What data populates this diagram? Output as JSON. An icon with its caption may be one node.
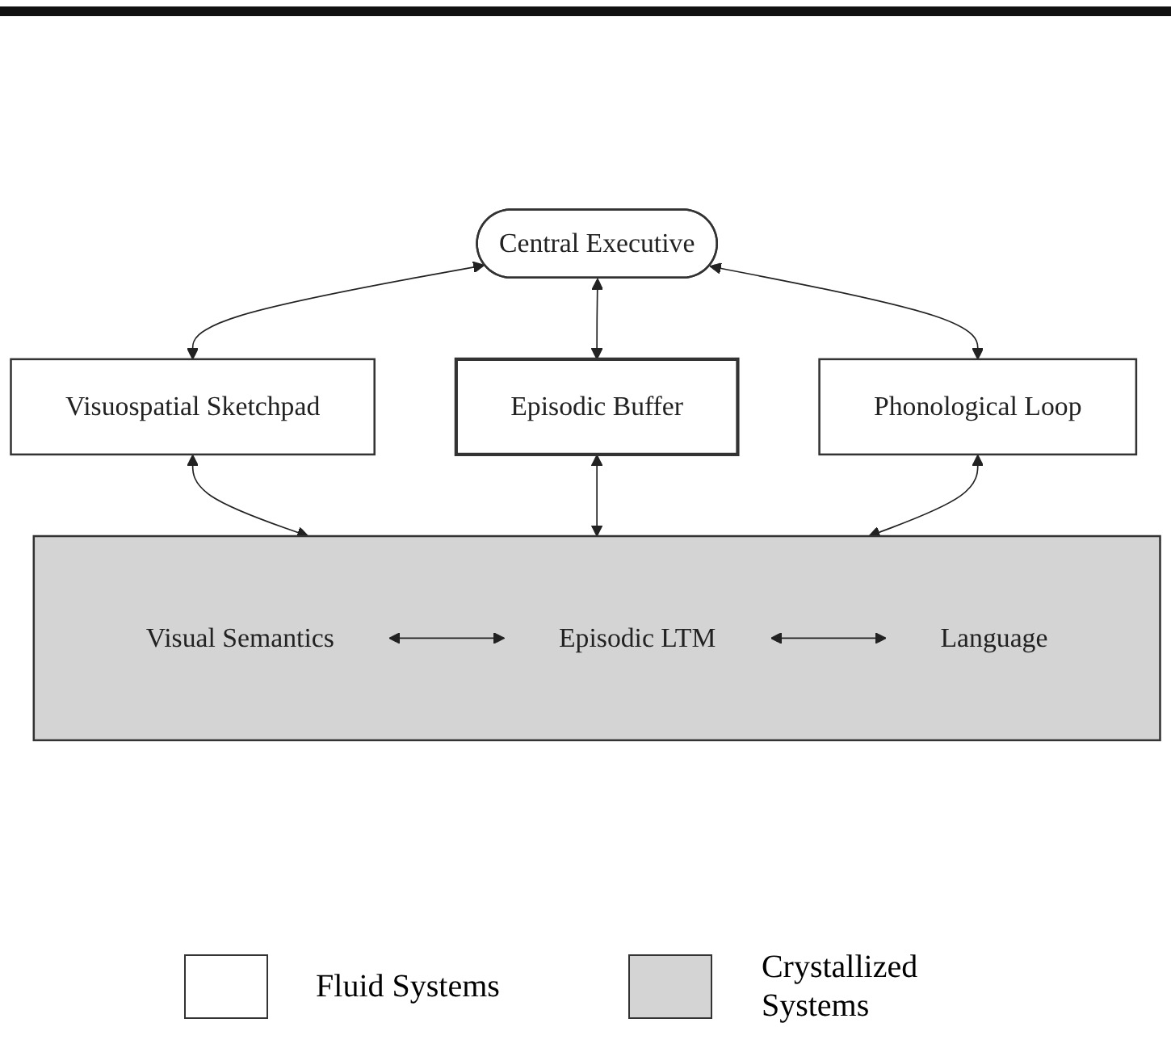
{
  "diagram": {
    "nodes": [
      {
        "text": [
          "Central Executive"
        ]
      },
      {
        "text": [
          "Visuospatial Sketchpad"
        ]
      },
      {
        "text": [
          "Episodic Buffer"
        ]
      },
      {
        "text": [
          "Phonological Loop"
        ]
      },
      {
        "text": [],
        "shape": "box"
      },
      {
        "text": [
          "Visual Semantics"
        ],
        "in": 4
      },
      {
        "text": [
          "Episodic LTM"
        ],
        "in": 4
      },
      {
        "text": [
          "Language"
        ],
        "in": 4
      }
    ],
    "edges": [
      {
        "from": 0,
        "to": 1,
        "arrow": "both"
      },
      {
        "from": 0,
        "to": 2,
        "arrow": "both"
      },
      {
        "from": 0,
        "to": 3,
        "arrow": "both"
      },
      {
        "from": 1,
        "to": 4,
        "arrow": "both"
      },
      {
        "from": 2,
        "to": 4,
        "arrow": "both"
      },
      {
        "from": 3,
        "to": 4,
        "arrow": "both"
      },
      {
        "from": 5,
        "to": 6,
        "arrow": "both"
      },
      {
        "from": 6,
        "to": 7,
        "arrow": "both"
      }
    ],
    "legend": [
      {
        "text": "Fluid Systems",
        "color": "#ffffff"
      },
      {
        "text": "Crystallized Systems",
        "color": "#d4d4d4"
      }
    ]
  }
}
